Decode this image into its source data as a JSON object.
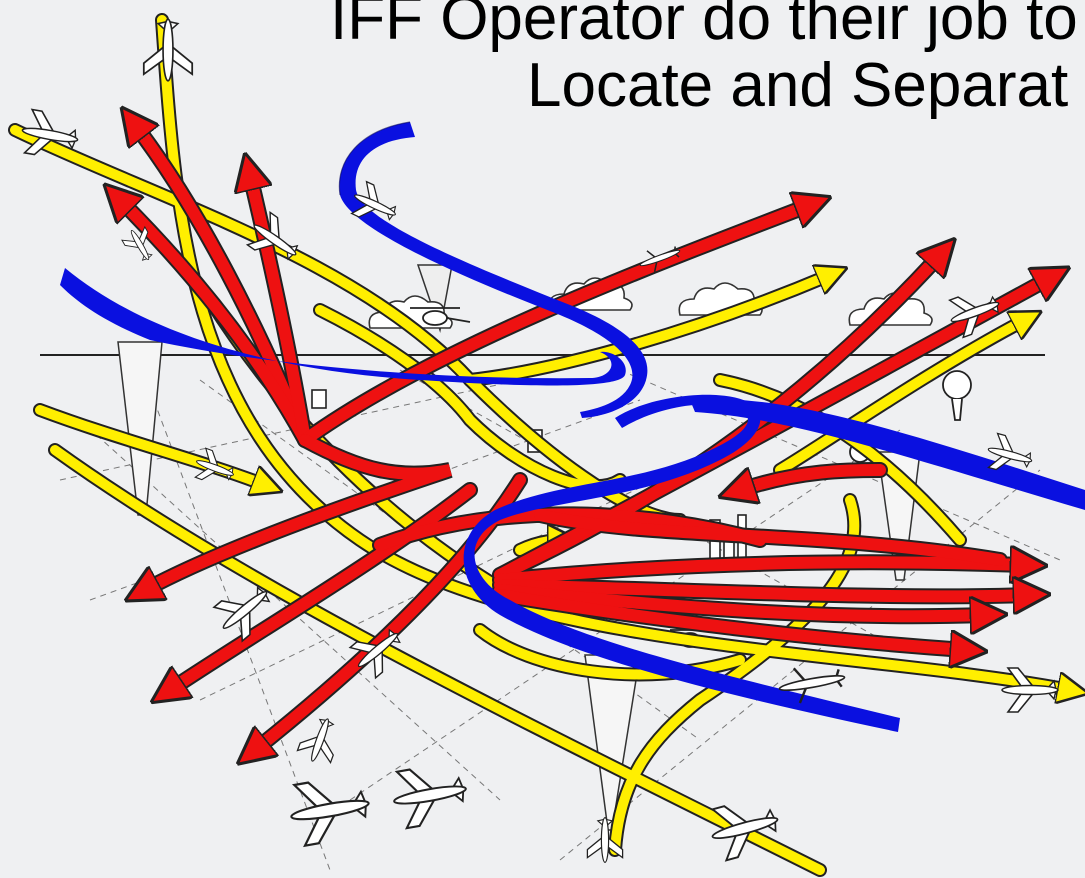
{
  "slide": {
    "title_line_1": "IFF Operator do their job to",
    "title_line_2": "Locate and Separat"
  },
  "colors": {
    "background": "#eff0f2",
    "red_track": "#ee1111",
    "yellow_track": "#ffef00",
    "blue_track": "#0a10e0",
    "outline": "#333333"
  },
  "figure": {
    "subject": "air traffic tracks over a radar coverage area",
    "icons": [
      "aircraft-icon",
      "helicopter-icon",
      "balloon-icon",
      "cloud-icon",
      "airfield-icon"
    ]
  }
}
